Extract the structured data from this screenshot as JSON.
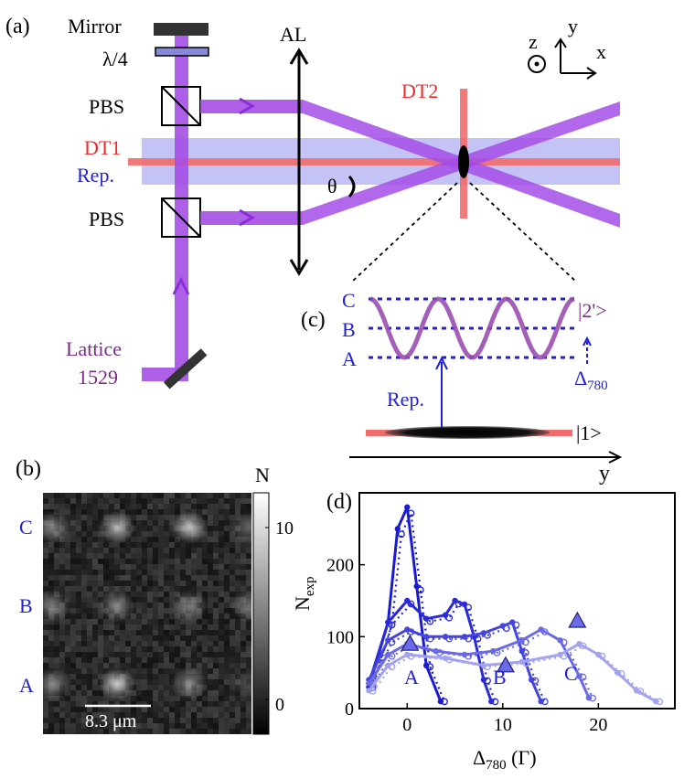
{
  "panel_a": {
    "label": "(a)",
    "mirror": "Mirror",
    "waveplate": "λ/4",
    "pbs_top": "PBS",
    "pbs_bottom": "PBS",
    "dt1": "DT1",
    "rep": "Rep.",
    "lattice_line1": "Lattice",
    "lattice_line2": "1529",
    "al": "AL",
    "dt2": "DT2",
    "theta": "θ",
    "axis_z": "z",
    "axis_y": "y",
    "axis_x": "x",
    "colors": {
      "lattice": "#a54ee6",
      "dt": "#f26b6b",
      "rep_band": "#b9b9f5",
      "text_blue": "#1f1fd6",
      "text_red": "#ee2a2a",
      "text_purple": "#7d2a8a"
    }
  },
  "panel_c": {
    "label": "(c)",
    "level_c": "C",
    "level_b": "B",
    "level_a": "A",
    "state_excited": "|2'>",
    "state_ground": "|1>",
    "rep": "Rep.",
    "delta_base": "Δ",
    "delta_sub": "780",
    "axis_y": "y"
  },
  "panel_b": {
    "label": "(b)",
    "row_c": "C",
    "row_b": "B",
    "row_a": "A",
    "scalebar": "8.3 μm",
    "colorbar_title": "N",
    "colorbar_ticks": [
      "10",
      "0"
    ],
    "colorbar_range": [
      -2,
      12
    ],
    "rows": [
      {
        "name": "C",
        "peaks": [
          0.55,
          0.8,
          0.85,
          0.35
        ]
      },
      {
        "name": "B",
        "peaks": [
          0.5,
          0.55,
          0.5,
          0.45
        ]
      },
      {
        "name": "A",
        "peaks": [
          0.55,
          0.9,
          0.55,
          0.2
        ]
      }
    ]
  },
  "panel_d": {
    "label": "(d)",
    "annot_a": "A",
    "annot_b": "B",
    "annot_c": "C",
    "ylabel_base": "N",
    "ylabel_sub": "exp",
    "xlabel_base": "Δ",
    "xlabel_sub": "780",
    "xlabel_unit": " (Γ)"
  },
  "chart_data": {
    "type": "line",
    "xlim": [
      -5,
      28
    ],
    "ylim": [
      0,
      300
    ],
    "xticks": [
      0,
      10,
      20
    ],
    "yticks": [
      0,
      100,
      200
    ],
    "xtick_labels": [
      "0",
      "10",
      "20"
    ],
    "ytick_labels": [
      "0",
      "100",
      "200"
    ],
    "grid": false,
    "legend": "none",
    "markers": [
      {
        "label": "A",
        "x": 0.3,
        "y": 90
      },
      {
        "label": "B",
        "x": 10.3,
        "y": 60
      },
      {
        "label": "C",
        "x": 17.8,
        "y": 122
      }
    ],
    "series": [
      {
        "color": "#1a1ad0",
        "x": [
          -4,
          -2,
          -1,
          0,
          1,
          2,
          3.5
        ],
        "y": [
          30,
          120,
          250,
          280,
          170,
          60,
          10
        ]
      },
      {
        "color": "#2a2ad6",
        "x": [
          -4,
          -2,
          0,
          2,
          4,
          5,
          6,
          7,
          8,
          8.8
        ],
        "y": [
          35,
          120,
          150,
          125,
          130,
          150,
          145,
          100,
          40,
          10
        ]
      },
      {
        "color": "#4545dd",
        "x": [
          -4,
          -2,
          0,
          2,
          4,
          6,
          8,
          10,
          11,
          12,
          13,
          14
        ],
        "y": [
          40,
          95,
          110,
          100,
          100,
          100,
          105,
          115,
          120,
          80,
          40,
          10
        ]
      },
      {
        "color": "#6a6ae3",
        "x": [
          -4,
          -2,
          0,
          3,
          6,
          9,
          12,
          14,
          16,
          18,
          19
        ],
        "y": [
          35,
          75,
          90,
          80,
          75,
          80,
          95,
          110,
          95,
          45,
          15
        ]
      },
      {
        "color": "#a3a3f0",
        "x": [
          -4,
          -2,
          0,
          4,
          8,
          12,
          16,
          18,
          20,
          22,
          24,
          26
        ],
        "y": [
          25,
          60,
          75,
          70,
          60,
          65,
          75,
          90,
          75,
          50,
          25,
          10
        ]
      }
    ]
  }
}
